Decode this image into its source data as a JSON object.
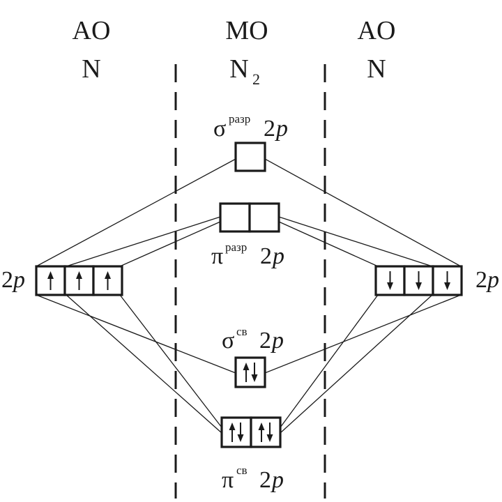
{
  "headers": {
    "left": {
      "title": "AO",
      "atom": "N"
    },
    "center": {
      "title": "MO",
      "molecule": "N",
      "molecule_sub": "2"
    },
    "right": {
      "title": "AO",
      "atom": "N"
    }
  },
  "orbitals": {
    "sigma_antibonding": {
      "symbol": "σ",
      "sup": "разр",
      "level": "2",
      "sub": "p",
      "electrons": []
    },
    "pi_antibonding": {
      "symbol": "π",
      "sup": "разр",
      "level": "2",
      "sub": "p",
      "electrons": [
        [],
        []
      ]
    },
    "sigma_bonding": {
      "symbol": "σ",
      "sup": "св",
      "level": "2",
      "sub": "p",
      "electrons": [
        [
          "up",
          "down"
        ]
      ]
    },
    "pi_bonding": {
      "symbol": "π",
      "sup": "св",
      "level": "2",
      "sub": "p",
      "electrons": [
        [
          "up",
          "down"
        ],
        [
          "up",
          "down"
        ]
      ]
    },
    "atom_left": {
      "level": "2",
      "sub": "p",
      "electrons": [
        [
          "up"
        ],
        [
          "up"
        ],
        [
          "up"
        ]
      ]
    },
    "atom_right": {
      "level": "2",
      "sub": "p",
      "electrons": [
        [
          "down"
        ],
        [
          "down"
        ],
        [
          "down"
        ]
      ]
    }
  }
}
